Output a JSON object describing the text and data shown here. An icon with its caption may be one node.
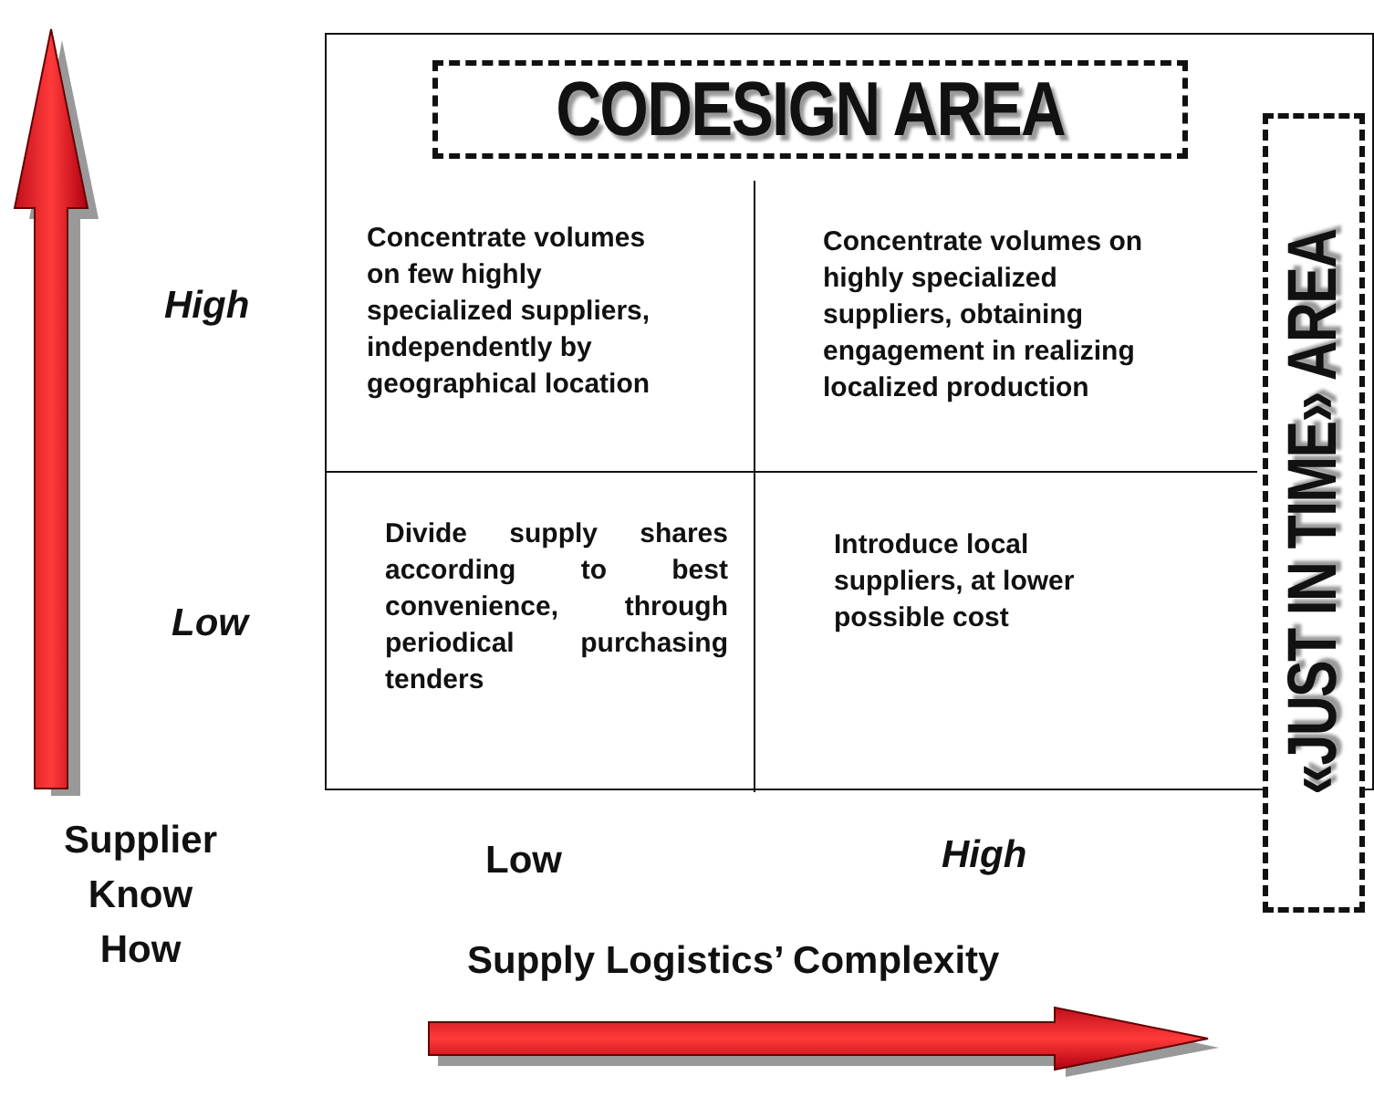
{
  "diagram": {
    "nodes": [
      {
        "text": [],
        "shape": "box"
      },
      {
        "text": [
          "CODESIGN AREA"
        ],
        "in": 0
      },
      {
        "text": [
          "Concentrate volumes on few highly specialized suppliers, independently by geographical location"
        ],
        "in": 0
      },
      {
        "text": [
          "Concentrate volumes on highly specialized suppliers, obtaining engagement in realizing localized production"
        ],
        "in": 0
      },
      {
        "text": [
          "Divide supply shares according to best convenience, through periodical purchasing tenders"
        ],
        "in": 0
      },
      {
        "text": [
          "Introduce local suppliers, at lower possible cost"
        ],
        "in": 0
      },
      {
        "text": [
          "«JUST IN TIME» AREA"
        ]
      }
    ],
    "edges": [],
    "labels": [
      "High",
      "Low",
      "Supplier Know How",
      "Low",
      "High",
      "Supply Logistics’ Complexity"
    ]
  }
}
